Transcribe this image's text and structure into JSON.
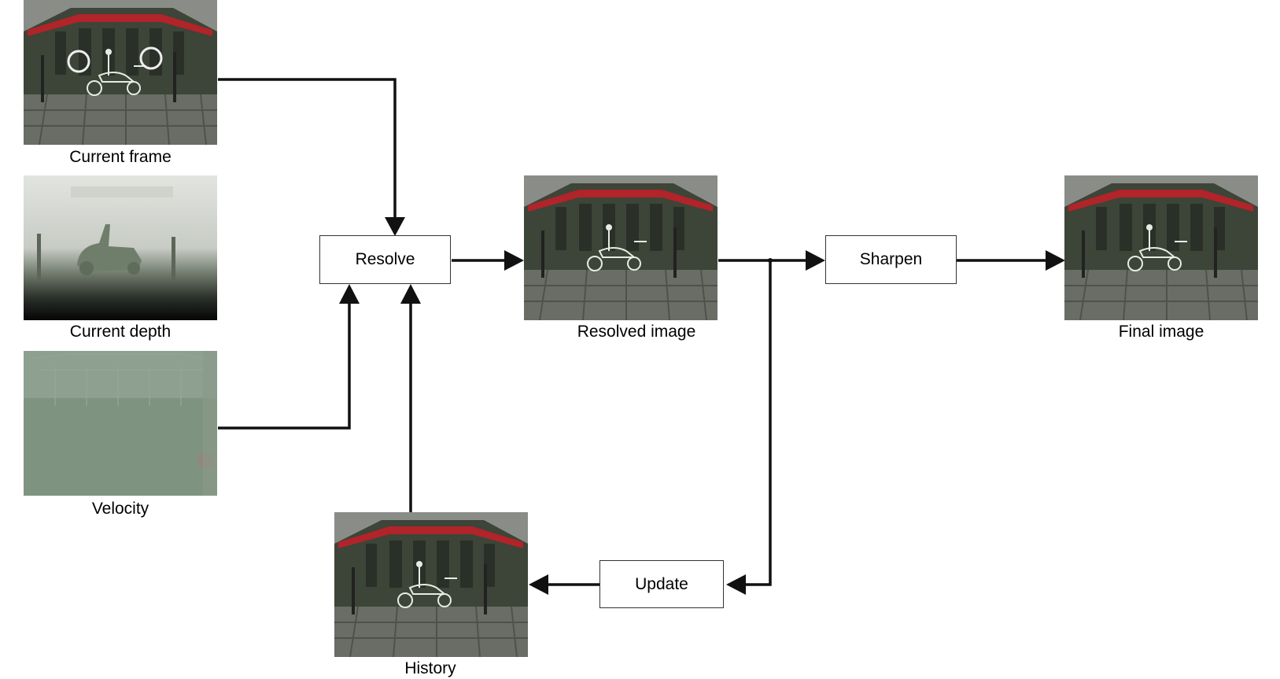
{
  "inputs": {
    "current_frame": "Current frame",
    "current_depth": "Current depth",
    "velocity": "Velocity"
  },
  "steps": {
    "resolve": "Resolve",
    "sharpen": "Sharpen",
    "update": "Update"
  },
  "outputs": {
    "resolved_image": "Resolved image",
    "final_image": "Final image",
    "history": "History"
  },
  "colors": {
    "arrow": "#111111",
    "box_border": "#333333",
    "scene_wall": "#3d4438",
    "scene_awning": "#b0242a",
    "depth_fog": "#d8dbd6",
    "velocity_tint": "#7f9381"
  }
}
